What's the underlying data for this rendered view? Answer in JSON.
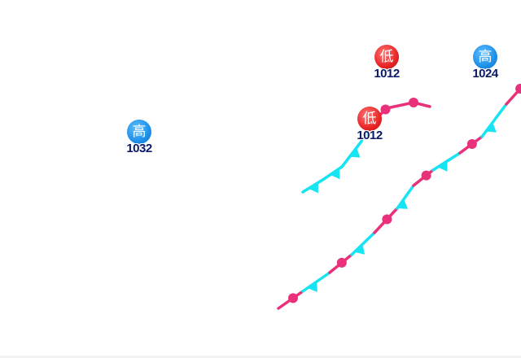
{
  "colors": {
    "high_center": "#1e90e8",
    "low_center": "#e82424",
    "value_text": "#0a1a6a",
    "warm_front": "#e8317a",
    "cold_front": "#17e4f2"
  },
  "pressure_centers": [
    {
      "kind": "high",
      "symbol": "高",
      "value": "1032"
    },
    {
      "kind": "low",
      "symbol": "低",
      "value": "1012"
    },
    {
      "kind": "high",
      "symbol": "高",
      "value": "1024"
    },
    {
      "kind": "low",
      "symbol": "低",
      "value": "1012"
    }
  ],
  "fronts": [
    {
      "name": "occluded-front-main",
      "type": "occluded"
    },
    {
      "name": "occluded-front-north",
      "type": "occluded"
    }
  ]
}
